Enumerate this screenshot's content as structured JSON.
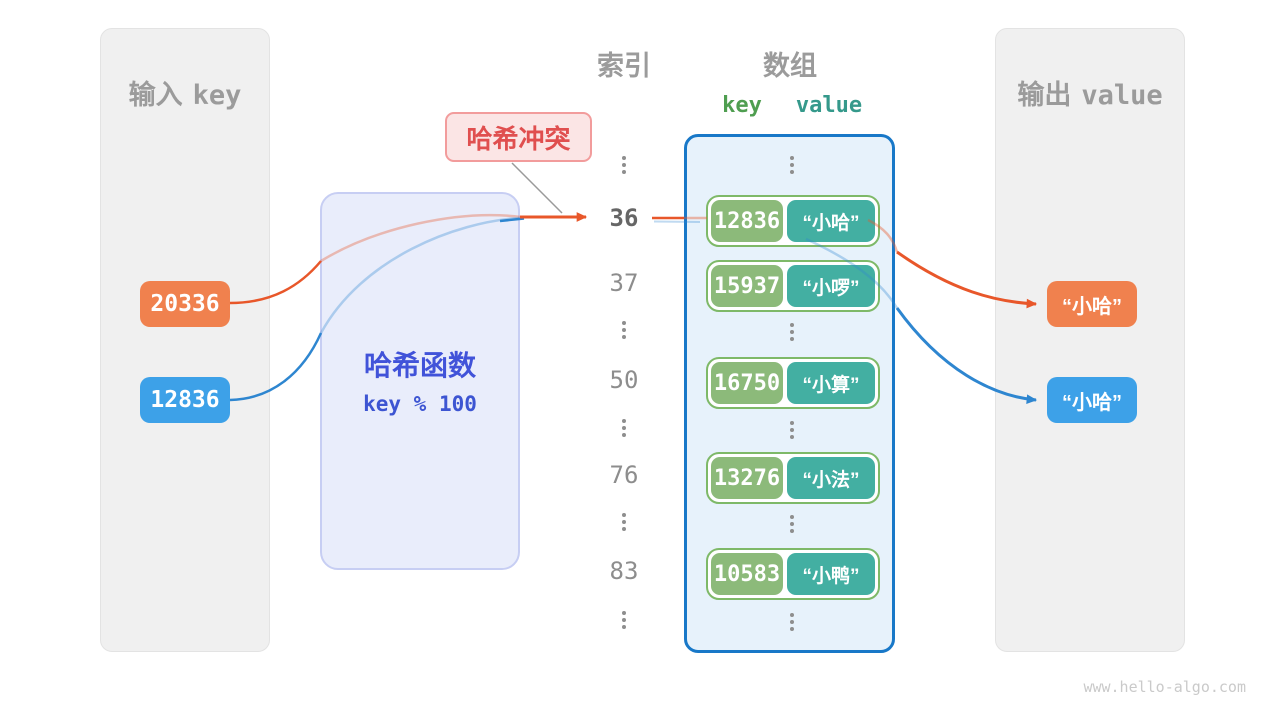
{
  "input_panel": {
    "title_cn": "输入",
    "title_en": "key",
    "keys": [
      "20336",
      "12836"
    ]
  },
  "hash_box": {
    "title": "哈希函数",
    "formula": "key % 100"
  },
  "collision_label": {
    "text": "哈希冲突"
  },
  "index_column": {
    "title": "索引",
    "values": [
      "36",
      "37",
      "50",
      "76",
      "83"
    ],
    "highlighted": "36"
  },
  "array_panel": {
    "title": "数组",
    "key_header": "key",
    "value_header": "value",
    "rows": [
      {
        "key": "12836",
        "value": "“小哈”"
      },
      {
        "key": "15937",
        "value": "“小啰”"
      },
      {
        "key": "16750",
        "value": "“小算”"
      },
      {
        "key": "13276",
        "value": "“小法”"
      },
      {
        "key": "10583",
        "value": "“小鸭”"
      }
    ]
  },
  "output_panel": {
    "title_cn": "输出",
    "title_en": "value",
    "values": [
      "“小哈”",
      "“小哈”"
    ]
  },
  "footer": {
    "watermark": "www.hello-algo.com"
  },
  "colors": {
    "orange": "#f0814e",
    "blue": "#3da1e8",
    "green_key": "#8cba7a",
    "teal_value": "#43afa2",
    "array_border": "#1878c8",
    "hash_text": "#4153d9",
    "collision_red": "#e04f4f",
    "panel_gray": "#f0f0f0"
  }
}
